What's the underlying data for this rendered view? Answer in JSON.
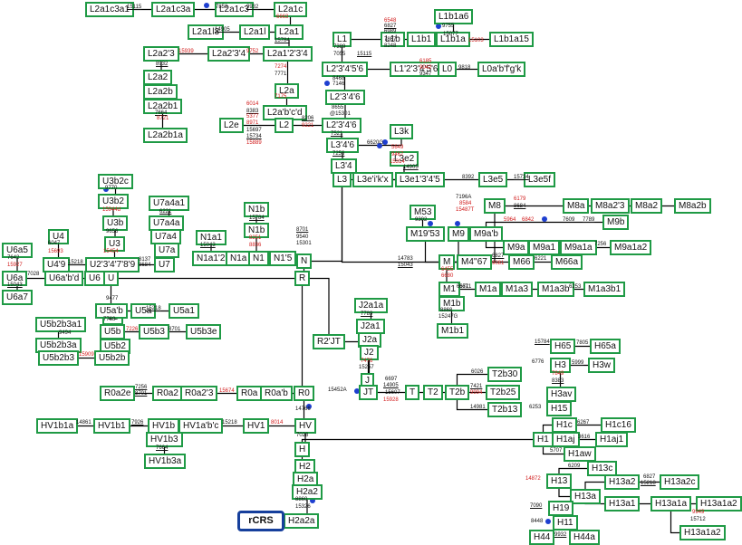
{
  "root_label": "rCRS",
  "colors": {
    "node_border": "#1f9a45",
    "line": "#000000",
    "dot": "#1e3fd0",
    "mutation_red": "#d11b1b",
    "root_border": "#163f9c"
  },
  "nodes": [
    {
      "id": "L2a1c3a1",
      "label": "L2a1c3a1"
    },
    {
      "id": "L2a1c3a",
      "label": "L2a1c3a"
    },
    {
      "id": "L2a1c3",
      "label": "L2a1c3"
    },
    {
      "id": "L2a1c",
      "label": "L2a1c"
    },
    {
      "id": "L2a1l3",
      "label": "L2a1l3"
    },
    {
      "id": "L2a1l",
      "label": "L2a1l"
    },
    {
      "id": "L2a1",
      "label": "L2a1"
    },
    {
      "id": "L2a2_3",
      "label": "L2a2'3"
    },
    {
      "id": "L2a2_3_4",
      "label": "L2a2'3'4"
    },
    {
      "id": "L2a1_2_3_4",
      "label": "L2a1'2'3'4"
    },
    {
      "id": "L2a2",
      "label": "L2a2"
    },
    {
      "id": "L2a2b",
      "label": "L2a2b"
    },
    {
      "id": "L2a2b1",
      "label": "L2a2b1"
    },
    {
      "id": "L2a2b1a",
      "label": "L2a2b1a"
    },
    {
      "id": "L2a",
      "label": "L2a"
    },
    {
      "id": "L2a_b_c_d",
      "label": "L2a'b'c'd"
    },
    {
      "id": "L2e",
      "label": "L2e"
    },
    {
      "id": "L2",
      "label": "L2"
    },
    {
      "id": "L1b1a6",
      "label": "L1b1a6"
    },
    {
      "id": "L1",
      "label": "L1"
    },
    {
      "id": "L1b",
      "label": "L1b"
    },
    {
      "id": "L1b1",
      "label": "L1b1"
    },
    {
      "id": "L1b1a",
      "label": "L1b1a"
    },
    {
      "id": "L1b1a15",
      "label": "L1b1a15"
    },
    {
      "id": "L2_3_4_6",
      "label": "L2'3'4'5'6"
    },
    {
      "id": "L1_2_3_4_5_6",
      "label": "L1'2'3'4'5'6"
    },
    {
      "id": "L0",
      "label": "L0"
    },
    {
      "id": "L0a_b_f_g_k",
      "label": "L0a'b'f'g'k"
    },
    {
      "id": "L2_3_4_6b",
      "label": "L2'3'4'6"
    },
    {
      "id": "L2_3_4_6c",
      "label": "L2'3'4'6"
    },
    {
      "id": "L3k",
      "label": "L3k"
    },
    {
      "id": "L3_4_6",
      "label": "L3'4'6"
    },
    {
      "id": "L3_4",
      "label": "L3'4"
    },
    {
      "id": "L3e2",
      "label": "L3e2"
    },
    {
      "id": "L3",
      "label": "L3"
    },
    {
      "id": "L3e_i_k_x",
      "label": "L3e'i'k'x"
    },
    {
      "id": "L3e1_3_4_5",
      "label": "L3e1'3'4'5"
    },
    {
      "id": "L3e5",
      "label": "L3e5"
    },
    {
      "id": "L3e5f",
      "label": "L3e5f"
    },
    {
      "id": "U3b2c",
      "label": "U3b2c"
    },
    {
      "id": "U3b2",
      "label": "U3b2"
    },
    {
      "id": "U3b",
      "label": "U3b"
    },
    {
      "id": "U3",
      "label": "U3"
    },
    {
      "id": "U7a4a1",
      "label": "U7a4a1"
    },
    {
      "id": "U7a4a",
      "label": "U7a4a"
    },
    {
      "id": "U7a4",
      "label": "U7a4"
    },
    {
      "id": "U7a",
      "label": "U7a"
    },
    {
      "id": "U7",
      "label": "U7"
    },
    {
      "id": "N1b",
      "label": "N1b"
    },
    {
      "id": "N1b2",
      "label": "N1b"
    },
    {
      "id": "N1a1",
      "label": "N1a1"
    },
    {
      "id": "N1a1_2",
      "label": "N1a1'2"
    },
    {
      "id": "N1a",
      "label": "N1a"
    },
    {
      "id": "N1",
      "label": "N1"
    },
    {
      "id": "N1_5",
      "label": "N1'5"
    },
    {
      "id": "N",
      "label": "N"
    },
    {
      "id": "U6a5",
      "label": "U6a5"
    },
    {
      "id": "U4",
      "label": "U4"
    },
    {
      "id": "U4_9",
      "label": "U4'9"
    },
    {
      "id": "U2_3_4_7_8_9",
      "label": "U2'3'4'7'8'9"
    },
    {
      "id": "U6a",
      "label": "U6a"
    },
    {
      "id": "U6a_b_d",
      "label": "U6a'b'd"
    },
    {
      "id": "U6",
      "label": "U6"
    },
    {
      "id": "U",
      "label": "U"
    },
    {
      "id": "U6a7",
      "label": "U6a7"
    },
    {
      "id": "R",
      "label": "R"
    },
    {
      "id": "U5",
      "label": "U5"
    },
    {
      "id": "U5a_b",
      "label": "U5a'b"
    },
    {
      "id": "U5a",
      "label": "U5a"
    },
    {
      "id": "U5a1",
      "label": "U5a1"
    },
    {
      "id": "U5b",
      "label": "U5b"
    },
    {
      "id": "U5b3",
      "label": "U5b3"
    },
    {
      "id": "U5b3e",
      "label": "U5b3e"
    },
    {
      "id": "U5b2",
      "label": "U5b2"
    },
    {
      "id": "U5b2b",
      "label": "U5b2b"
    },
    {
      "id": "U5b2b3a1",
      "label": "U5b2b3a1"
    },
    {
      "id": "U5b2b3a",
      "label": "U5b2b3a"
    },
    {
      "id": "U5b2b3",
      "label": "U5b2b3"
    },
    {
      "id": "M53",
      "label": "M53"
    },
    {
      "id": "M19_53",
      "label": "M19'53"
    },
    {
      "id": "M8",
      "label": "M8"
    },
    {
      "id": "M8a",
      "label": "M8a"
    },
    {
      "id": "M8a2_3",
      "label": "M8a2'3"
    },
    {
      "id": "M8a2",
      "label": "M8a2"
    },
    {
      "id": "M8a2b",
      "label": "M8a2b"
    },
    {
      "id": "M9",
      "label": "M9"
    },
    {
      "id": "M9a_b",
      "label": "M9a'b"
    },
    {
      "id": "M9b",
      "label": "M9b"
    },
    {
      "id": "M9a",
      "label": "M9a"
    },
    {
      "id": "M9a1",
      "label": "M9a1"
    },
    {
      "id": "M9a1a",
      "label": "M9a1a"
    },
    {
      "id": "M9a1a2",
      "label": "M9a1a2"
    },
    {
      "id": "M",
      "label": "M"
    },
    {
      "id": "M4_67",
      "label": "M4''67"
    },
    {
      "id": "M66",
      "label": "M66"
    },
    {
      "id": "M66a",
      "label": "M66a"
    },
    {
      "id": "M1",
      "label": "M1"
    },
    {
      "id": "M1a",
      "label": "M1a"
    },
    {
      "id": "M1a3",
      "label": "M1a3"
    },
    {
      "id": "M1a3b",
      "label": "M1a3b"
    },
    {
      "id": "M1a3b1",
      "label": "M1a3b1"
    },
    {
      "id": "M1b",
      "label": "M1b"
    },
    {
      "id": "M1b1",
      "label": "M1b1"
    },
    {
      "id": "J2a1a",
      "label": "J2a1a"
    },
    {
      "id": "J2a1",
      "label": "J2a1"
    },
    {
      "id": "J2a",
      "label": "J2a"
    },
    {
      "id": "J2",
      "label": "J2"
    },
    {
      "id": "J",
      "label": "J"
    },
    {
      "id": "R2_JT",
      "label": "R2'JT"
    },
    {
      "id": "JT",
      "label": "JT"
    },
    {
      "id": "T",
      "label": "T"
    },
    {
      "id": "T2",
      "label": "T2"
    },
    {
      "id": "T2b",
      "label": "T2b"
    },
    {
      "id": "T2b30",
      "label": "T2b30"
    },
    {
      "id": "T2b25",
      "label": "T2b25"
    },
    {
      "id": "T2b13",
      "label": "T2b13"
    },
    {
      "id": "R0a2e",
      "label": "R0a2e"
    },
    {
      "id": "R0a2",
      "label": "R0a2"
    },
    {
      "id": "R0a2_3",
      "label": "R0a2'3"
    },
    {
      "id": "R0a",
      "label": "R0a"
    },
    {
      "id": "R0a_b",
      "label": "R0a'b"
    },
    {
      "id": "R0",
      "label": "R0"
    },
    {
      "id": "HV1b1a",
      "label": "HV1b1a"
    },
    {
      "id": "HV1b1",
      "label": "HV1b1"
    },
    {
      "id": "HV1b",
      "label": "HV1b"
    },
    {
      "id": "HV1a_b_c",
      "label": "HV1a'b'c"
    },
    {
      "id": "HV1",
      "label": "HV1"
    },
    {
      "id": "HV",
      "label": "HV"
    },
    {
      "id": "HV1b3",
      "label": "HV1b3"
    },
    {
      "id": "HV1b3a",
      "label": "HV1b3a"
    },
    {
      "id": "H",
      "label": "H"
    },
    {
      "id": "H2",
      "label": "H2"
    },
    {
      "id": "H2a",
      "label": "H2a"
    },
    {
      "id": "H2a2",
      "label": "H2a2"
    },
    {
      "id": "H2a2a",
      "label": "H2a2a"
    },
    {
      "id": "H65",
      "label": "H65"
    },
    {
      "id": "H65a",
      "label": "H65a"
    },
    {
      "id": "H3",
      "label": "H3"
    },
    {
      "id": "H3w",
      "label": "H3w"
    },
    {
      "id": "H3av",
      "label": "H3av"
    },
    {
      "id": "H15",
      "label": "H15"
    },
    {
      "id": "H1c",
      "label": "H1c"
    },
    {
      "id": "H1c16",
      "label": "H1c16"
    },
    {
      "id": "H1",
      "label": "H1"
    },
    {
      "id": "H1aj",
      "label": "H1aj"
    },
    {
      "id": "H1aj1",
      "label": "H1aj1"
    },
    {
      "id": "H1aw",
      "label": "H1aw"
    },
    {
      "id": "H13c",
      "label": "H13c"
    },
    {
      "id": "H13",
      "label": "H13"
    },
    {
      "id": "H13a2",
      "label": "H13a2"
    },
    {
      "id": "H13a2c",
      "label": "H13a2c"
    },
    {
      "id": "H13a",
      "label": "H13a"
    },
    {
      "id": "H13a1",
      "label": "H13a1"
    },
    {
      "id": "H13a1a",
      "label": "H13a1a"
    },
    {
      "id": "H13a1a2",
      "label": "H13a1a2"
    },
    {
      "id": "H13a1a2b",
      "label": "H13a1a2"
    },
    {
      "id": "H19",
      "label": "H19"
    },
    {
      "id": "H11",
      "label": "H11"
    },
    {
      "id": "H44",
      "label": "H44"
    },
    {
      "id": "H44a",
      "label": "H44a"
    }
  ],
  "mutations": [
    {
      "text": "15115",
      "red": false,
      "ul": true
    },
    {
      "text": "7858",
      "red": false,
      "ul": false
    },
    {
      "text": "9932",
      "red": false,
      "ul": true
    },
    {
      "text": "6663",
      "red": true,
      "ul": false
    },
    {
      "text": "14905",
      "red": false,
      "ul": true
    },
    {
      "text": "15784",
      "red": false,
      "ul": true
    },
    {
      "text": "15939",
      "red": true,
      "ul": false
    },
    {
      "text": "9752",
      "red": true,
      "ul": false
    },
    {
      "text": "8932",
      "red": false,
      "ul": true
    },
    {
      "text": "7274",
      "red": true,
      "ul": false
    },
    {
      "text": "7771",
      "red": false,
      "ul": false
    },
    {
      "text": "7175",
      "red": true,
      "ul": false
    },
    {
      "text": "7664",
      "red": false,
      "ul": true
    },
    {
      "text": "8721",
      "red": true,
      "ul": false
    },
    {
      "text": "6014",
      "red": true,
      "ul": false
    },
    {
      "text": "8383",
      "red": false,
      "ul": true
    },
    {
      "text": "5377",
      "red": true,
      "ul": false
    },
    {
      "text": "8971",
      "red": true,
      "ul": false
    },
    {
      "text": "15697",
      "red": false,
      "ul": false
    },
    {
      "text": "15734",
      "red": false,
      "ul": true
    },
    {
      "text": "15889",
      "red": true,
      "ul": false
    },
    {
      "text": "8206",
      "red": false,
      "ul": true
    },
    {
      "text": "9221",
      "red": true,
      "ul": false
    },
    {
      "text": "6548",
      "red": true,
      "ul": false
    },
    {
      "text": "6827",
      "red": false,
      "ul": true
    },
    {
      "text": "6989",
      "red": false,
      "ul": false
    },
    {
      "text": "7867",
      "red": false,
      "ul": false
    },
    {
      "text": "8248",
      "red": false,
      "ul": false
    },
    {
      "text": "9755",
      "red": false,
      "ul": false
    },
    {
      "text": "15077",
      "red": false,
      "ul": false
    },
    {
      "text": "15103",
      "red": true,
      "ul": false
    },
    {
      "text": "7389",
      "red": false,
      "ul": false
    },
    {
      "text": "7055",
      "red": false,
      "ul": false
    },
    {
      "text": "15115",
      "red": false,
      "ul": true
    },
    {
      "text": "6185",
      "red": true,
      "ul": false
    },
    {
      "text": "9042",
      "red": true,
      "ul": false
    },
    {
      "text": "9347",
      "red": false,
      "ul": false
    },
    {
      "text": "9818",
      "red": false,
      "ul": false
    },
    {
      "text": "8468",
      "red": false,
      "ul": false
    },
    {
      "text": "7146",
      "red": false,
      "ul": false
    },
    {
      "text": "8655",
      "red": false,
      "ul": false
    },
    {
      "text": "@15301",
      "red": false,
      "ul": false
    },
    {
      "text": "7521",
      "red": false,
      "ul": true
    },
    {
      "text": "6620G",
      "red": false,
      "ul": false
    },
    {
      "text": "5649",
      "red": true,
      "ul": false
    },
    {
      "text": "9467",
      "red": true,
      "ul": false
    },
    {
      "text": "15314",
      "red": true,
      "ul": false
    },
    {
      "text": "7256",
      "red": false,
      "ul": true
    },
    {
      "text": "14905",
      "red": false,
      "ul": true
    },
    {
      "text": "8392",
      "red": false,
      "ul": false
    },
    {
      "text": "15734",
      "red": false,
      "ul": true
    },
    {
      "text": "9770",
      "red": false,
      "ul": false
    },
    {
      "text": "15944d",
      "red": true,
      "ul": false
    },
    {
      "text": "9656",
      "red": false,
      "ul": false
    },
    {
      "text": "15454",
      "red": true,
      "ul": false
    },
    {
      "text": "6221",
      "red": false,
      "ul": true
    },
    {
      "text": "8137",
      "red": false,
      "ul": false
    },
    {
      "text": "8684",
      "red": false,
      "ul": false
    },
    {
      "text": "15784",
      "red": false,
      "ul": true
    },
    {
      "text": "8251",
      "red": true,
      "ul": false
    },
    {
      "text": "8836",
      "red": true,
      "ul": false
    },
    {
      "text": "15043",
      "red": false,
      "ul": true
    },
    {
      "text": "8701",
      "red": false,
      "ul": true
    },
    {
      "text": "9540",
      "red": false,
      "ul": false
    },
    {
      "text": "15301",
      "red": false,
      "ul": false
    },
    {
      "text": "6047",
      "red": false,
      "ul": false
    },
    {
      "text": "15693",
      "red": true,
      "ul": false
    },
    {
      "text": "7642",
      "red": false,
      "ul": false
    },
    {
      "text": "15927",
      "red": true,
      "ul": false
    },
    {
      "text": "15043",
      "red": false,
      "ul": true
    },
    {
      "text": "15218",
      "red": false,
      "ul": true
    },
    {
      "text": "7028",
      "red": false,
      "ul": false
    },
    {
      "text": "9477",
      "red": false,
      "ul": false
    },
    {
      "text": "15218",
      "red": false,
      "ul": true
    },
    {
      "text": "7768",
      "red": false,
      "ul": false
    },
    {
      "text": "7226",
      "red": true,
      "ul": false
    },
    {
      "text": "8701",
      "red": false,
      "ul": false
    },
    {
      "text": "9494",
      "red": false,
      "ul": false
    },
    {
      "text": "15909",
      "red": true,
      "ul": false
    },
    {
      "text": "7196A",
      "red": false,
      "ul": false
    },
    {
      "text": "8584",
      "red": true,
      "ul": false
    },
    {
      "text": "15487T",
      "red": true,
      "ul": false
    },
    {
      "text": "6179",
      "red": true,
      "ul": false
    },
    {
      "text": "8684",
      "red": false,
      "ul": true
    },
    {
      "text": "9302",
      "red": false,
      "ul": false
    },
    {
      "text": "6671",
      "red": false,
      "ul": false
    },
    {
      "text": "5964",
      "red": true,
      "ul": false
    },
    {
      "text": "6842",
      "red": true,
      "ul": false
    },
    {
      "text": "7609",
      "red": false,
      "ul": false
    },
    {
      "text": "7789",
      "red": false,
      "ul": true
    },
    {
      "text": "7256",
      "red": false,
      "ul": false
    },
    {
      "text": "14783",
      "red": false,
      "ul": false
    },
    {
      "text": "15043",
      "red": false,
      "ul": true
    },
    {
      "text": "6827",
      "red": false,
      "ul": true
    },
    {
      "text": "9081",
      "red": true,
      "ul": false
    },
    {
      "text": "6221",
      "red": false,
      "ul": false
    },
    {
      "text": "6455",
      "red": true,
      "ul": false
    },
    {
      "text": "6680",
      "red": true,
      "ul": false
    },
    {
      "text": "6671",
      "red": false,
      "ul": false
    },
    {
      "text": "6253",
      "red": false,
      "ul": false
    },
    {
      "text": "8868",
      "red": false,
      "ul": false
    },
    {
      "text": "15247G",
      "red": false,
      "ul": false
    },
    {
      "text": "7789",
      "red": false,
      "ul": true
    },
    {
      "text": "7476",
      "red": true,
      "ul": false
    },
    {
      "text": "15257",
      "red": false,
      "ul": false
    },
    {
      "text": "15452A",
      "red": false,
      "ul": false
    },
    {
      "text": "6697",
      "red": false,
      "ul": false
    },
    {
      "text": "14905",
      "red": false,
      "ul": true
    },
    {
      "text": "15607",
      "red": false,
      "ul": false
    },
    {
      "text": "15928",
      "red": true,
      "ul": false
    },
    {
      "text": "6026",
      "red": false,
      "ul": false
    },
    {
      "text": "7421",
      "red": false,
      "ul": true
    },
    {
      "text": "9994",
      "red": true,
      "ul": false
    },
    {
      "text": "14981",
      "red": false,
      "ul": false
    },
    {
      "text": "7256",
      "red": false,
      "ul": true
    },
    {
      "text": "8701",
      "red": false,
      "ul": true
    },
    {
      "text": "15674",
      "red": true,
      "ul": false
    },
    {
      "text": "14766",
      "red": false,
      "ul": false
    },
    {
      "text": "14861",
      "red": false,
      "ul": false
    },
    {
      "text": "7926",
      "red": false,
      "ul": true
    },
    {
      "text": "15218",
      "red": false,
      "ul": false
    },
    {
      "text": "8014",
      "red": true,
      "ul": false
    },
    {
      "text": "7664",
      "red": false,
      "ul": true
    },
    {
      "text": "7028",
      "red": false,
      "ul": false
    },
    {
      "text": "8860",
      "red": false,
      "ul": false
    },
    {
      "text": "15326",
      "red": false,
      "ul": false
    },
    {
      "text": "15784",
      "red": false,
      "ul": true
    },
    {
      "text": "7805",
      "red": false,
      "ul": false
    },
    {
      "text": "6776",
      "red": false,
      "ul": false
    },
    {
      "text": "5999",
      "red": false,
      "ul": true
    },
    {
      "text": "7849",
      "red": true,
      "ul": false
    },
    {
      "text": "8383",
      "red": false,
      "ul": true
    },
    {
      "text": "6253",
      "red": false,
      "ul": false
    },
    {
      "text": "6267",
      "red": false,
      "ul": false
    },
    {
      "text": "3616",
      "red": false,
      "ul": false
    },
    {
      "text": "5707",
      "red": false,
      "ul": false
    },
    {
      "text": "6209",
      "red": false,
      "ul": false
    },
    {
      "text": "14872",
      "red": true,
      "ul": false
    },
    {
      "text": "6827",
      "red": false,
      "ul": false
    },
    {
      "text": "15218",
      "red": false,
      "ul": true
    },
    {
      "text": "7090",
      "red": false,
      "ul": true
    },
    {
      "text": "8448",
      "red": false,
      "ul": false
    },
    {
      "text": "9949",
      "red": true,
      "ul": false
    },
    {
      "text": "15712",
      "red": false,
      "ul": false
    },
    {
      "text": "9932",
      "red": false,
      "ul": true
    }
  ]
}
